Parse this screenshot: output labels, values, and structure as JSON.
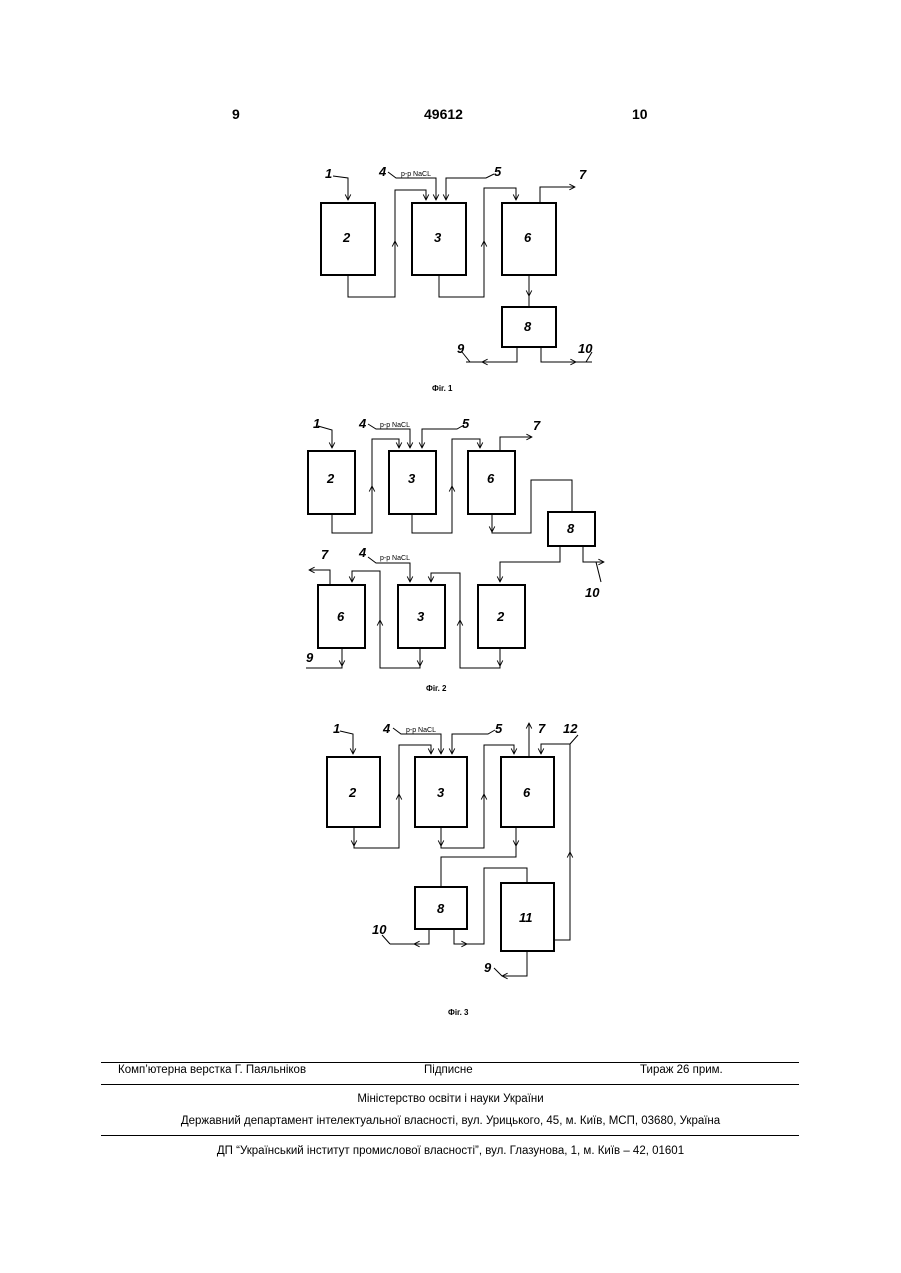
{
  "header": {
    "left": "9",
    "center": "49612",
    "right": "10"
  },
  "fig1": {
    "caption": "Фіг. 1",
    "solution_label": "р-р NaCL",
    "labels": {
      "l1": "1",
      "l4": "4",
      "l5": "5",
      "l7": "7",
      "l9": "9",
      "l10": "10"
    },
    "boxes": {
      "b2": "2",
      "b3": "3",
      "b6": "6",
      "b8": "8"
    }
  },
  "fig2": {
    "caption": "Фіг. 2",
    "solution_label": "р-р NaCL",
    "solution_label_b": "р-р NaCL",
    "labels": {
      "l1": "1",
      "l4": "4",
      "l5": "5",
      "l7": "7",
      "l10": "10",
      "l7b": "7",
      "l4b": "4",
      "l9": "9"
    },
    "boxes": {
      "b2": "2",
      "b3": "3",
      "b6": "6",
      "b8": "8",
      "b6b": "6",
      "b3b": "3",
      "b2b": "2"
    }
  },
  "fig3": {
    "caption": "Фіг. 3",
    "solution_label": "р-р NaCL",
    "labels": {
      "l1": "1",
      "l4": "4",
      "l5": "5",
      "l7": "7",
      "l12": "12",
      "l10": "10",
      "l9": "9"
    },
    "boxes": {
      "b2": "2",
      "b3": "3",
      "b6": "6",
      "b8": "8",
      "b11": "11"
    }
  },
  "footer": {
    "typesetting": "Комп’ютерна верстка Г. Паяльніков",
    "signed": "Підписне",
    "circulation": "Тираж 26 прим.",
    "ministry": "Міністерство освіти і науки України",
    "department": "Державний департамент інтелектуальної власності, вул. Урицького, 45, м. Київ, МСП, 03680, Україна",
    "institute": "ДП “Український інститут промислової власності”, вул. Глазунова, 1, м. Київ – 42, 01601"
  }
}
